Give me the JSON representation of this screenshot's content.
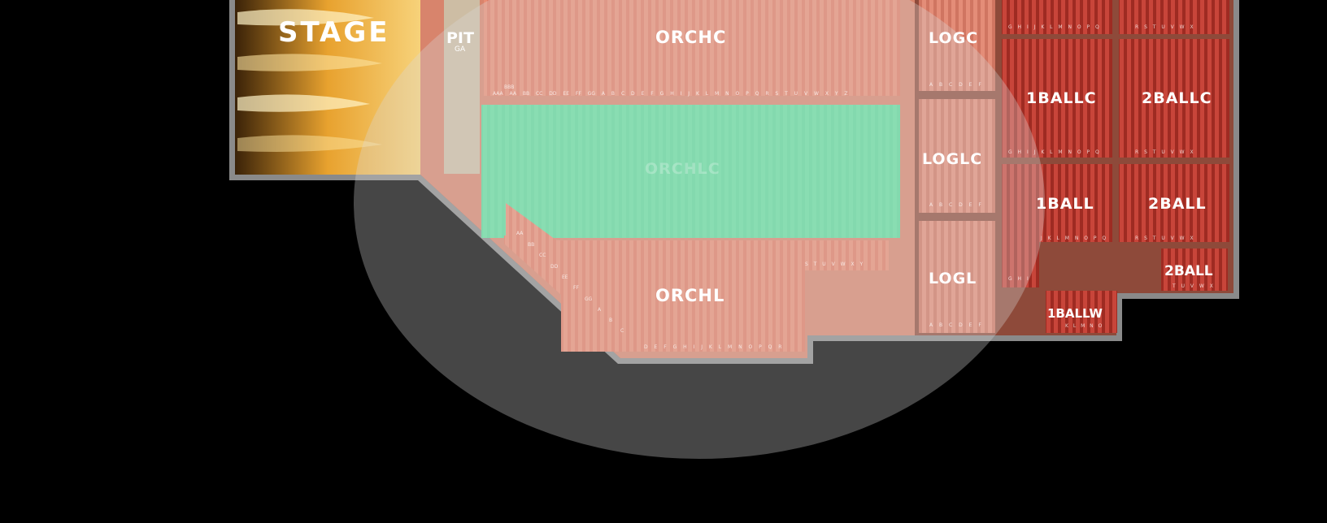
{
  "colors": {
    "background": "#000000",
    "orchestra": "#e07a62",
    "selected_section": "#5bd99a",
    "balcony": "#b6362a",
    "loge": "#d9806c",
    "pit": "#cdbda4",
    "stage_gold": "#f0b43a",
    "highlight_overlay": "#d9d9d9"
  },
  "stage": {
    "label": "STAGE"
  },
  "pit": {
    "label": "PIT",
    "sublabel": "GA"
  },
  "sections": {
    "orchc": {
      "label": "ORCHC",
      "rows": "AAA AA BB CC DD EE FF GG A B C D E F G H I J K L M N O P Q R S T U V W X Y Z",
      "rows_extra": "BBB"
    },
    "orchlc": {
      "label": "ORCHLC",
      "selected": true
    },
    "orchl": {
      "label": "ORCHL",
      "rows_right": "S T U V W X Y",
      "rows_bottom": "D E F G H I J K L M N O P Q R",
      "rows_diag": [
        "AA",
        "BB",
        "CC",
        "DD",
        "EE",
        "FF",
        "GG",
        "A",
        "B",
        "C"
      ]
    },
    "logc": {
      "label": "LOGC",
      "rows": "A B C D E F"
    },
    "loglc": {
      "label": "LOGLC",
      "rows": "A B C D E F"
    },
    "logl": {
      "label": "LOGL",
      "rows": "A B C D E F"
    },
    "ballc1": {
      "label": "1BALLC",
      "rows_top": "G H I J K L M N O P Q",
      "rows": "G H I J K L M N O P Q"
    },
    "ballc2": {
      "label": "2BALLC",
      "rows_top": "R S T U V W X",
      "rows": "R S T U V W X"
    },
    "ball1": {
      "label": "1BALL",
      "rows": "J K L M N O P Q",
      "rows_left": "G H I"
    },
    "ball2": {
      "label": "2BALL",
      "rows": "R S T U V W X"
    },
    "ball2b": {
      "label": "2BALL",
      "rows": "T U V W X"
    },
    "ballw1": {
      "label": "1BALLW",
      "rows": "K L M N O"
    }
  }
}
